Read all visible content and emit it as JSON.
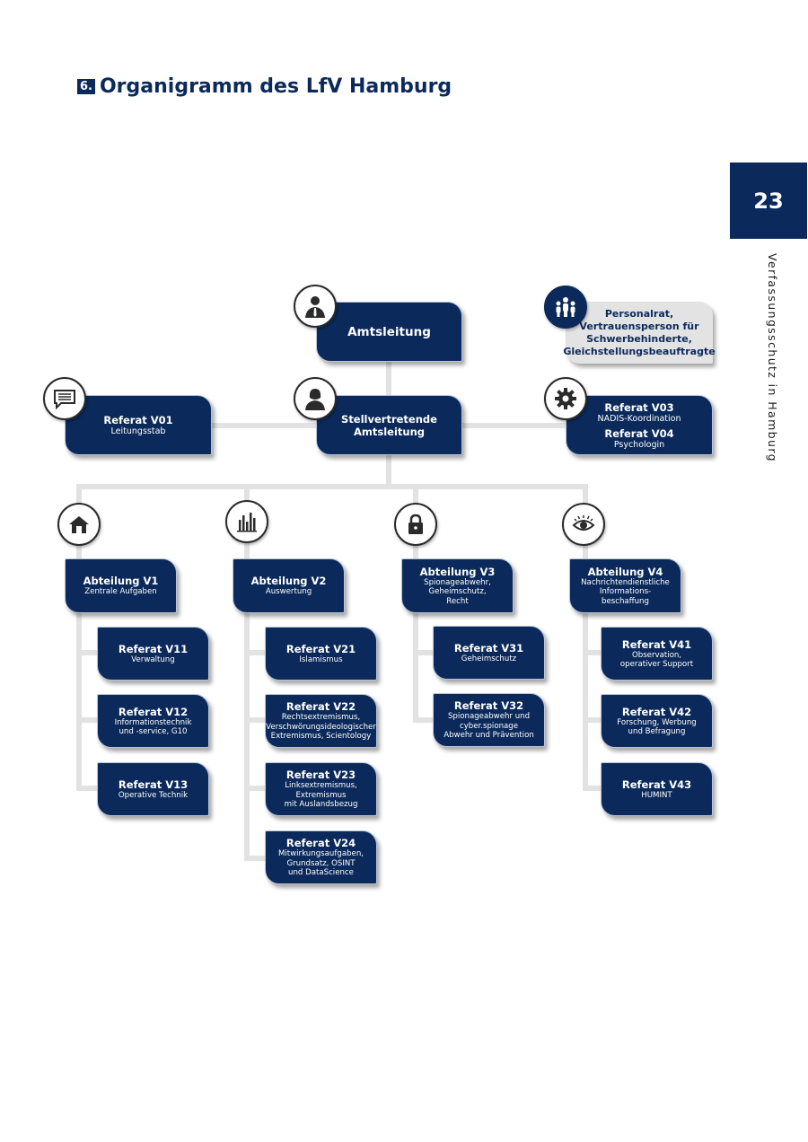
{
  "header": {
    "number": "6.",
    "title": "Organigramm des LfV Hamburg"
  },
  "page": {
    "number": "23",
    "side_text": "Verfassungsschutz in Hamburg"
  },
  "colors": {
    "navy": "#0b2a5b",
    "grey_box": "#e3e3e3",
    "connector": "#e2e2e2"
  },
  "nodes": {
    "amtsleitung": {
      "title": "Amtsleitung",
      "icon": "person-tie-icon"
    },
    "personalrat": {
      "lines": [
        "Personalrat,",
        "Vertrauensperson für",
        "Schwerbehinderte,",
        "Gleichstellungsbeauftragte"
      ],
      "icon": "people-icon"
    },
    "v01": {
      "title": "Referat V01",
      "sub": "Leitungsstab",
      "icon": "chat-icon"
    },
    "stellv": {
      "lines": [
        "Stellvertretende",
        "Amtsleitung"
      ],
      "icon": "person-woman-icon"
    },
    "v03": {
      "title": "Referat V03",
      "sub": "NADIS-Koordination",
      "title2": "Referat V04",
      "sub2": "Psychologin",
      "icon": "gear-icon"
    },
    "v1": {
      "title": "Abteilung V1",
      "sub": [
        "Zentrale Aufgaben"
      ],
      "icon": "house-icon"
    },
    "v2": {
      "title": "Abteilung V2",
      "sub": [
        "Auswertung"
      ],
      "icon": "bar-chart-icon"
    },
    "v3": {
      "title": "Abteilung V3",
      "sub": [
        "Spionageabwehr,",
        "Geheimschutz,",
        "Recht"
      ],
      "icon": "lock-icon"
    },
    "v4": {
      "title": "Abteilung V4",
      "sub": [
        "Nachrichtendienstliche",
        "Informations-",
        "beschaffung"
      ],
      "icon": "eye-icon"
    },
    "v11": {
      "title": "Referat V11",
      "sub": [
        "Verwaltung"
      ]
    },
    "v12": {
      "title": "Referat V12",
      "sub": [
        "Informationstechnik",
        "und -service, G10"
      ]
    },
    "v13": {
      "title": "Referat V13",
      "sub": [
        "Operative Technik"
      ]
    },
    "v21": {
      "title": "Referat V21",
      "sub": [
        "Islamismus"
      ]
    },
    "v22": {
      "title": "Referat V22",
      "sub": [
        "Rechtsextremismus,",
        "Verschwörungsideologischer",
        "Extremismus, Scientology"
      ]
    },
    "v23": {
      "title": "Referat V23",
      "sub": [
        "Linksextremismus,",
        "Extremismus",
        "mit Auslandsbezug"
      ]
    },
    "v24": {
      "title": "Referat V24",
      "sub": [
        "Mitwirkungsaufgaben,",
        "Grundsatz, OSINT",
        "und DataScience"
      ]
    },
    "v31": {
      "title": "Referat V31",
      "sub": [
        "Geheimschutz"
      ]
    },
    "v32": {
      "title": "Referat V32",
      "sub": [
        "Spionageabwehr und",
        "cyber.spionage",
        "Abwehr und Prävention"
      ]
    },
    "v41": {
      "title": "Referat V41",
      "sub": [
        "Observation,",
        "operativer Support"
      ]
    },
    "v42": {
      "title": "Referat V42",
      "sub": [
        "Forschung, Werbung",
        "und Befragung"
      ]
    },
    "v43": {
      "title": "Referat V43",
      "sub": [
        "HUMINT"
      ]
    }
  }
}
